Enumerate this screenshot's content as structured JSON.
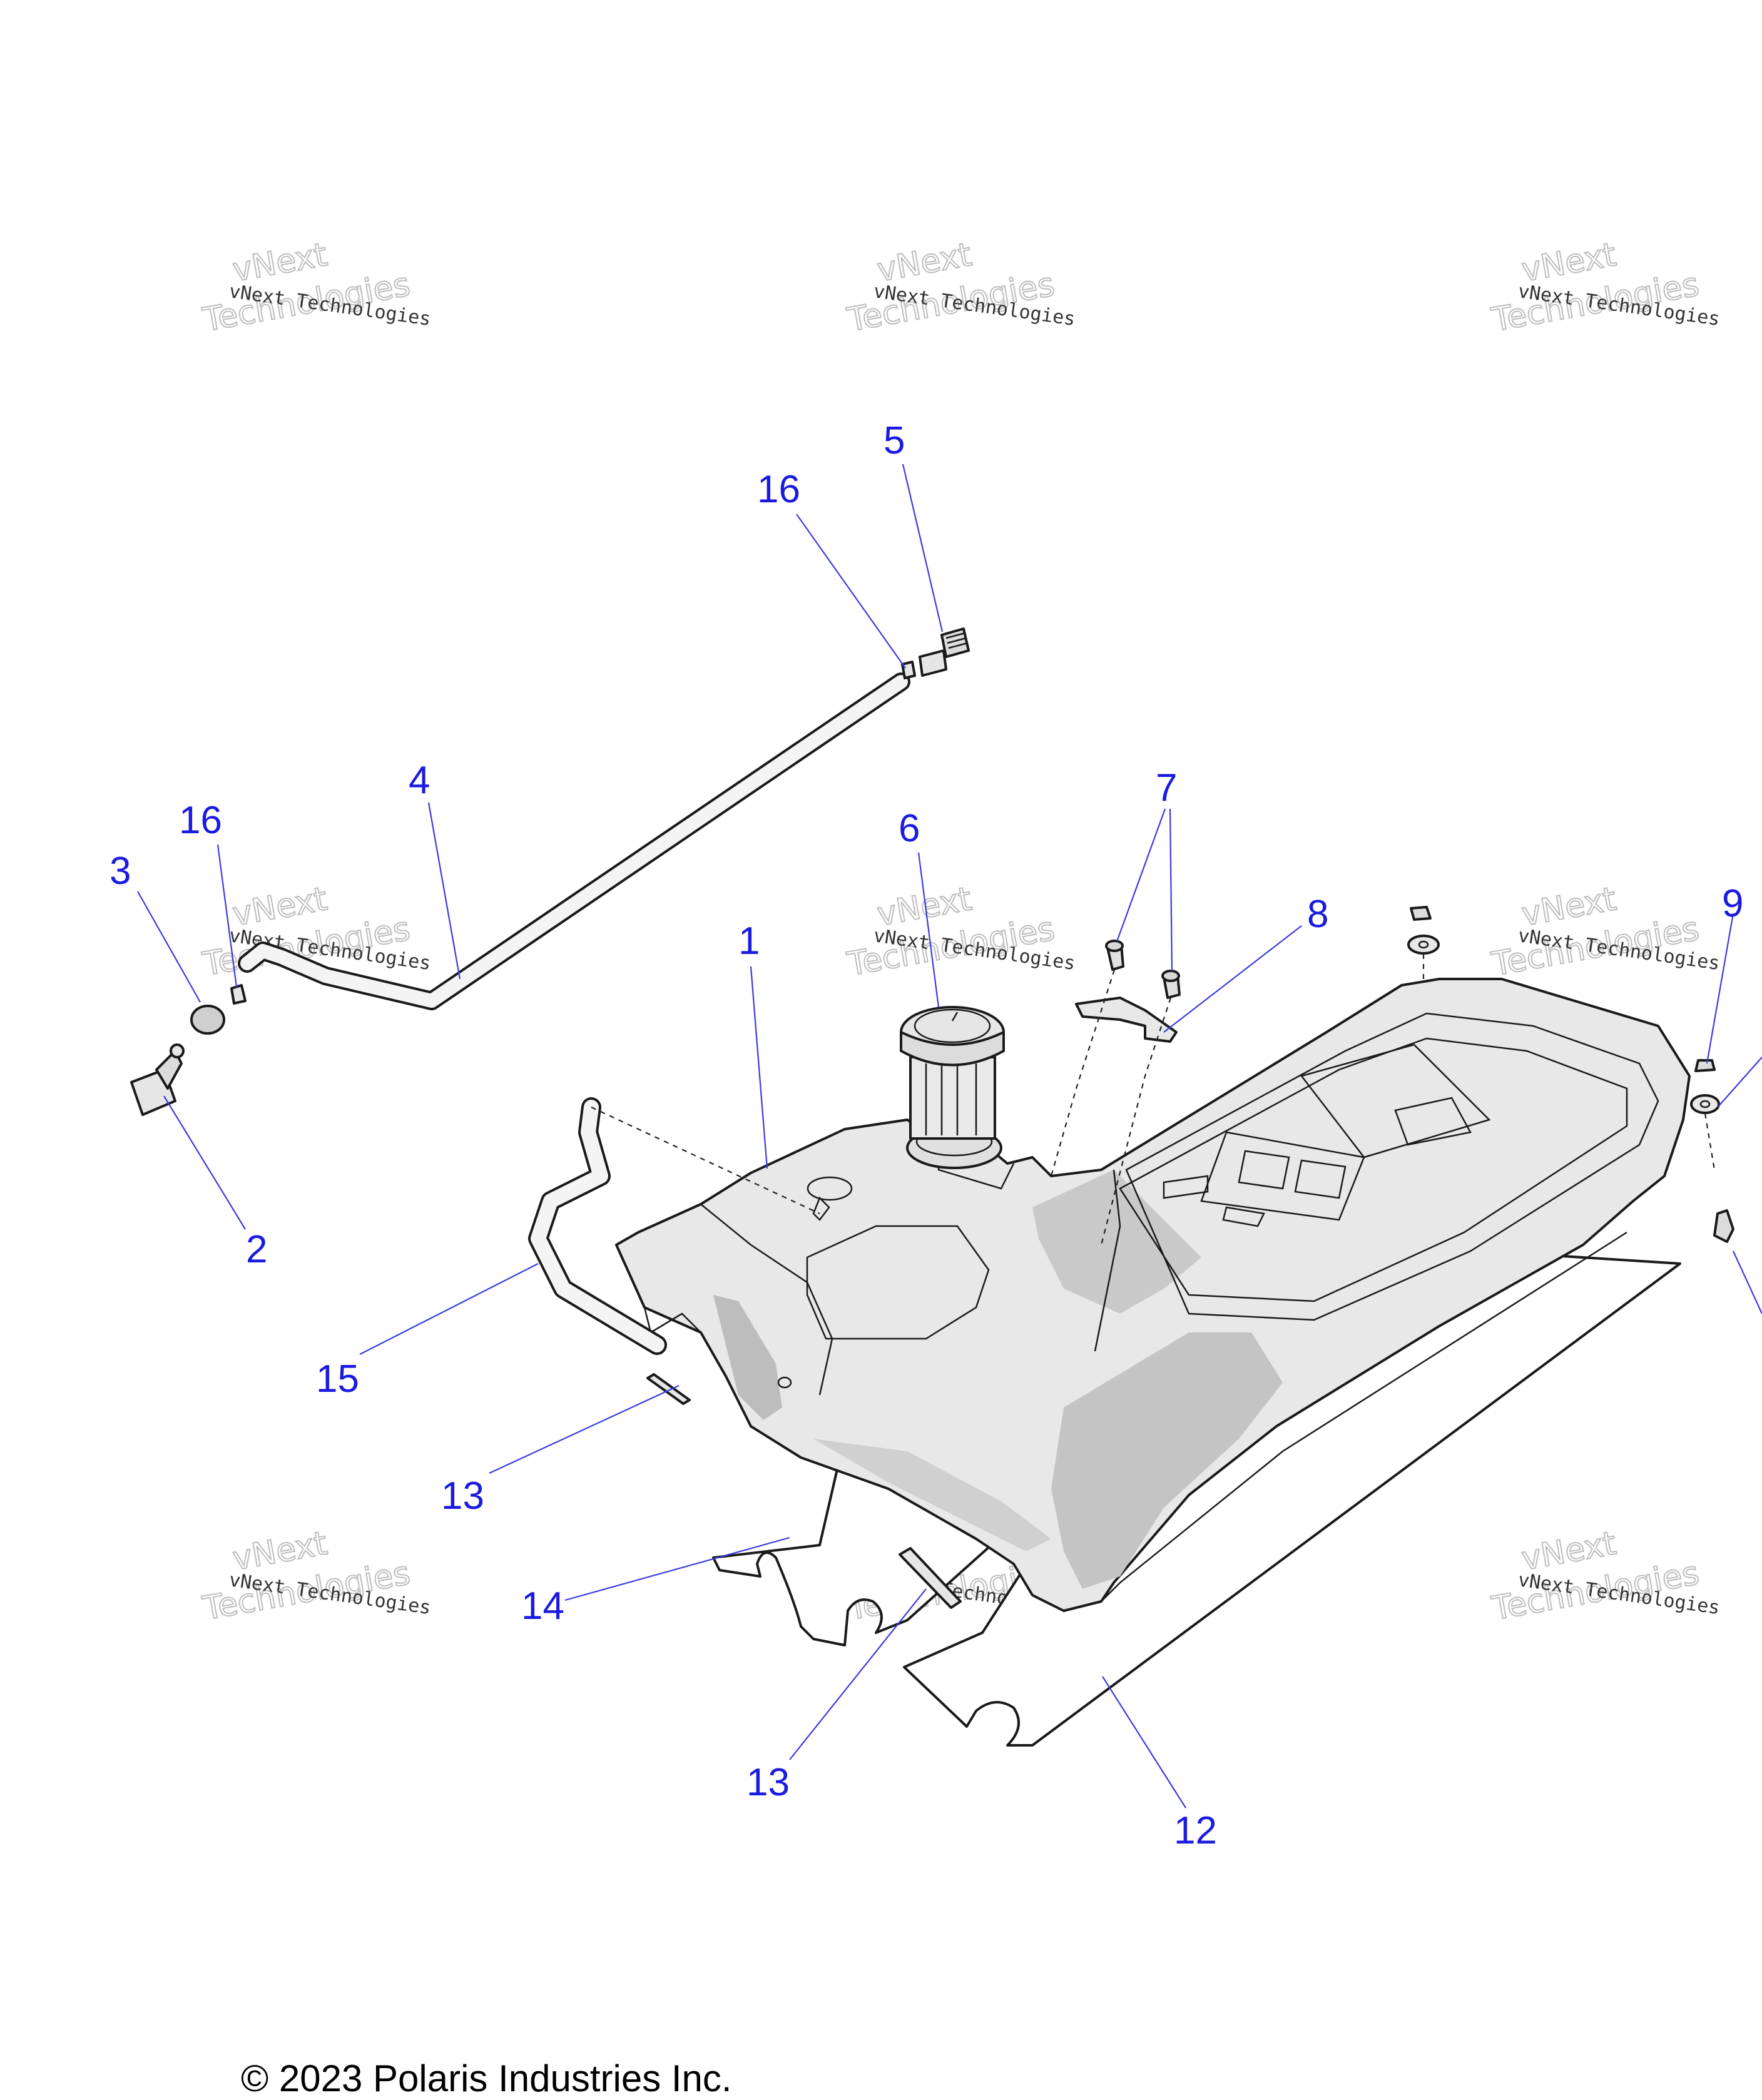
{
  "diagram": {
    "callouts": [
      "1",
      "2",
      "3",
      "4",
      "5",
      "6",
      "7",
      "8",
      "9",
      "12",
      "13",
      "13",
      "14",
      "15",
      "16",
      "16"
    ],
    "watermark": {
      "line1": "vNext Technologies",
      "line2": "vNext\nTechnologies"
    },
    "colors": {
      "callout": "#1a1ae0",
      "leader": "#3a3ae0",
      "part_fill": "#e6e6e6",
      "part_shade": "#bdbdbd",
      "outline": "#1a1a1a"
    }
  },
  "footer": {
    "copyright": "© 2023 Polaris Industries Inc."
  }
}
